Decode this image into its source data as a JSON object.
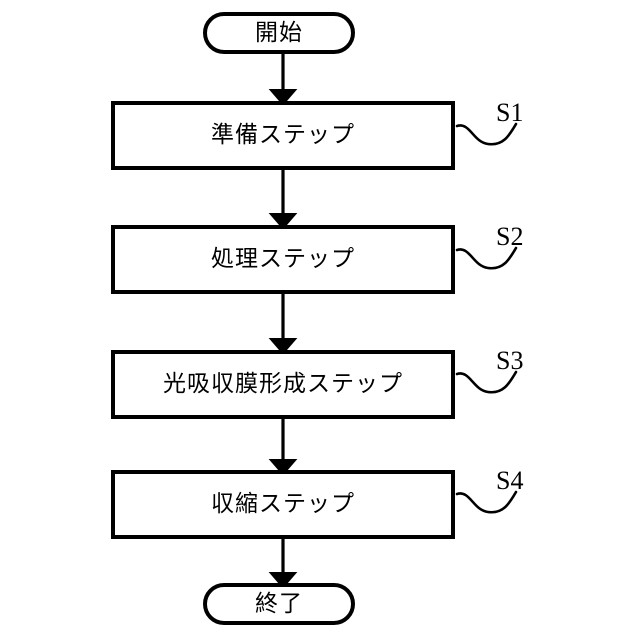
{
  "diagram": {
    "type": "flowchart",
    "orientation": "top-to-bottom",
    "background_color": "#ffffff",
    "line_color": "#000000",
    "start": {
      "shape": "terminator",
      "label": "開始"
    },
    "end": {
      "shape": "terminator",
      "label": "終了"
    },
    "steps": [
      {
        "label": "準備ステップ",
        "tag": "S1"
      },
      {
        "label": "処理ステップ",
        "tag": "S2"
      },
      {
        "label": "光吸収膜形成ステップ",
        "tag": "S3"
      },
      {
        "label": "収縮ステップ",
        "tag": "S4"
      }
    ]
  }
}
